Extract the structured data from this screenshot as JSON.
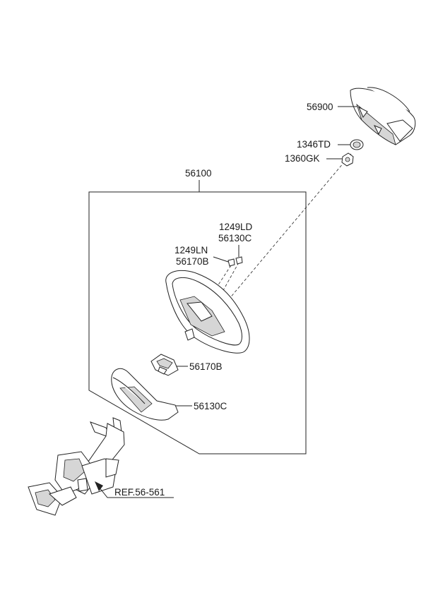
{
  "labels": {
    "airbag": "56900",
    "bolt_td": "1346TD",
    "nut_gk": "1360GK",
    "wheel_assy": "56100",
    "screw_ld": "1249LD",
    "cover_upper": "56130C",
    "screw_ln": "1249LN",
    "switch_upper": "56170B",
    "switch_lower": "56170B",
    "cover_lower": "56130C",
    "reference": "REF.56-561"
  }
}
